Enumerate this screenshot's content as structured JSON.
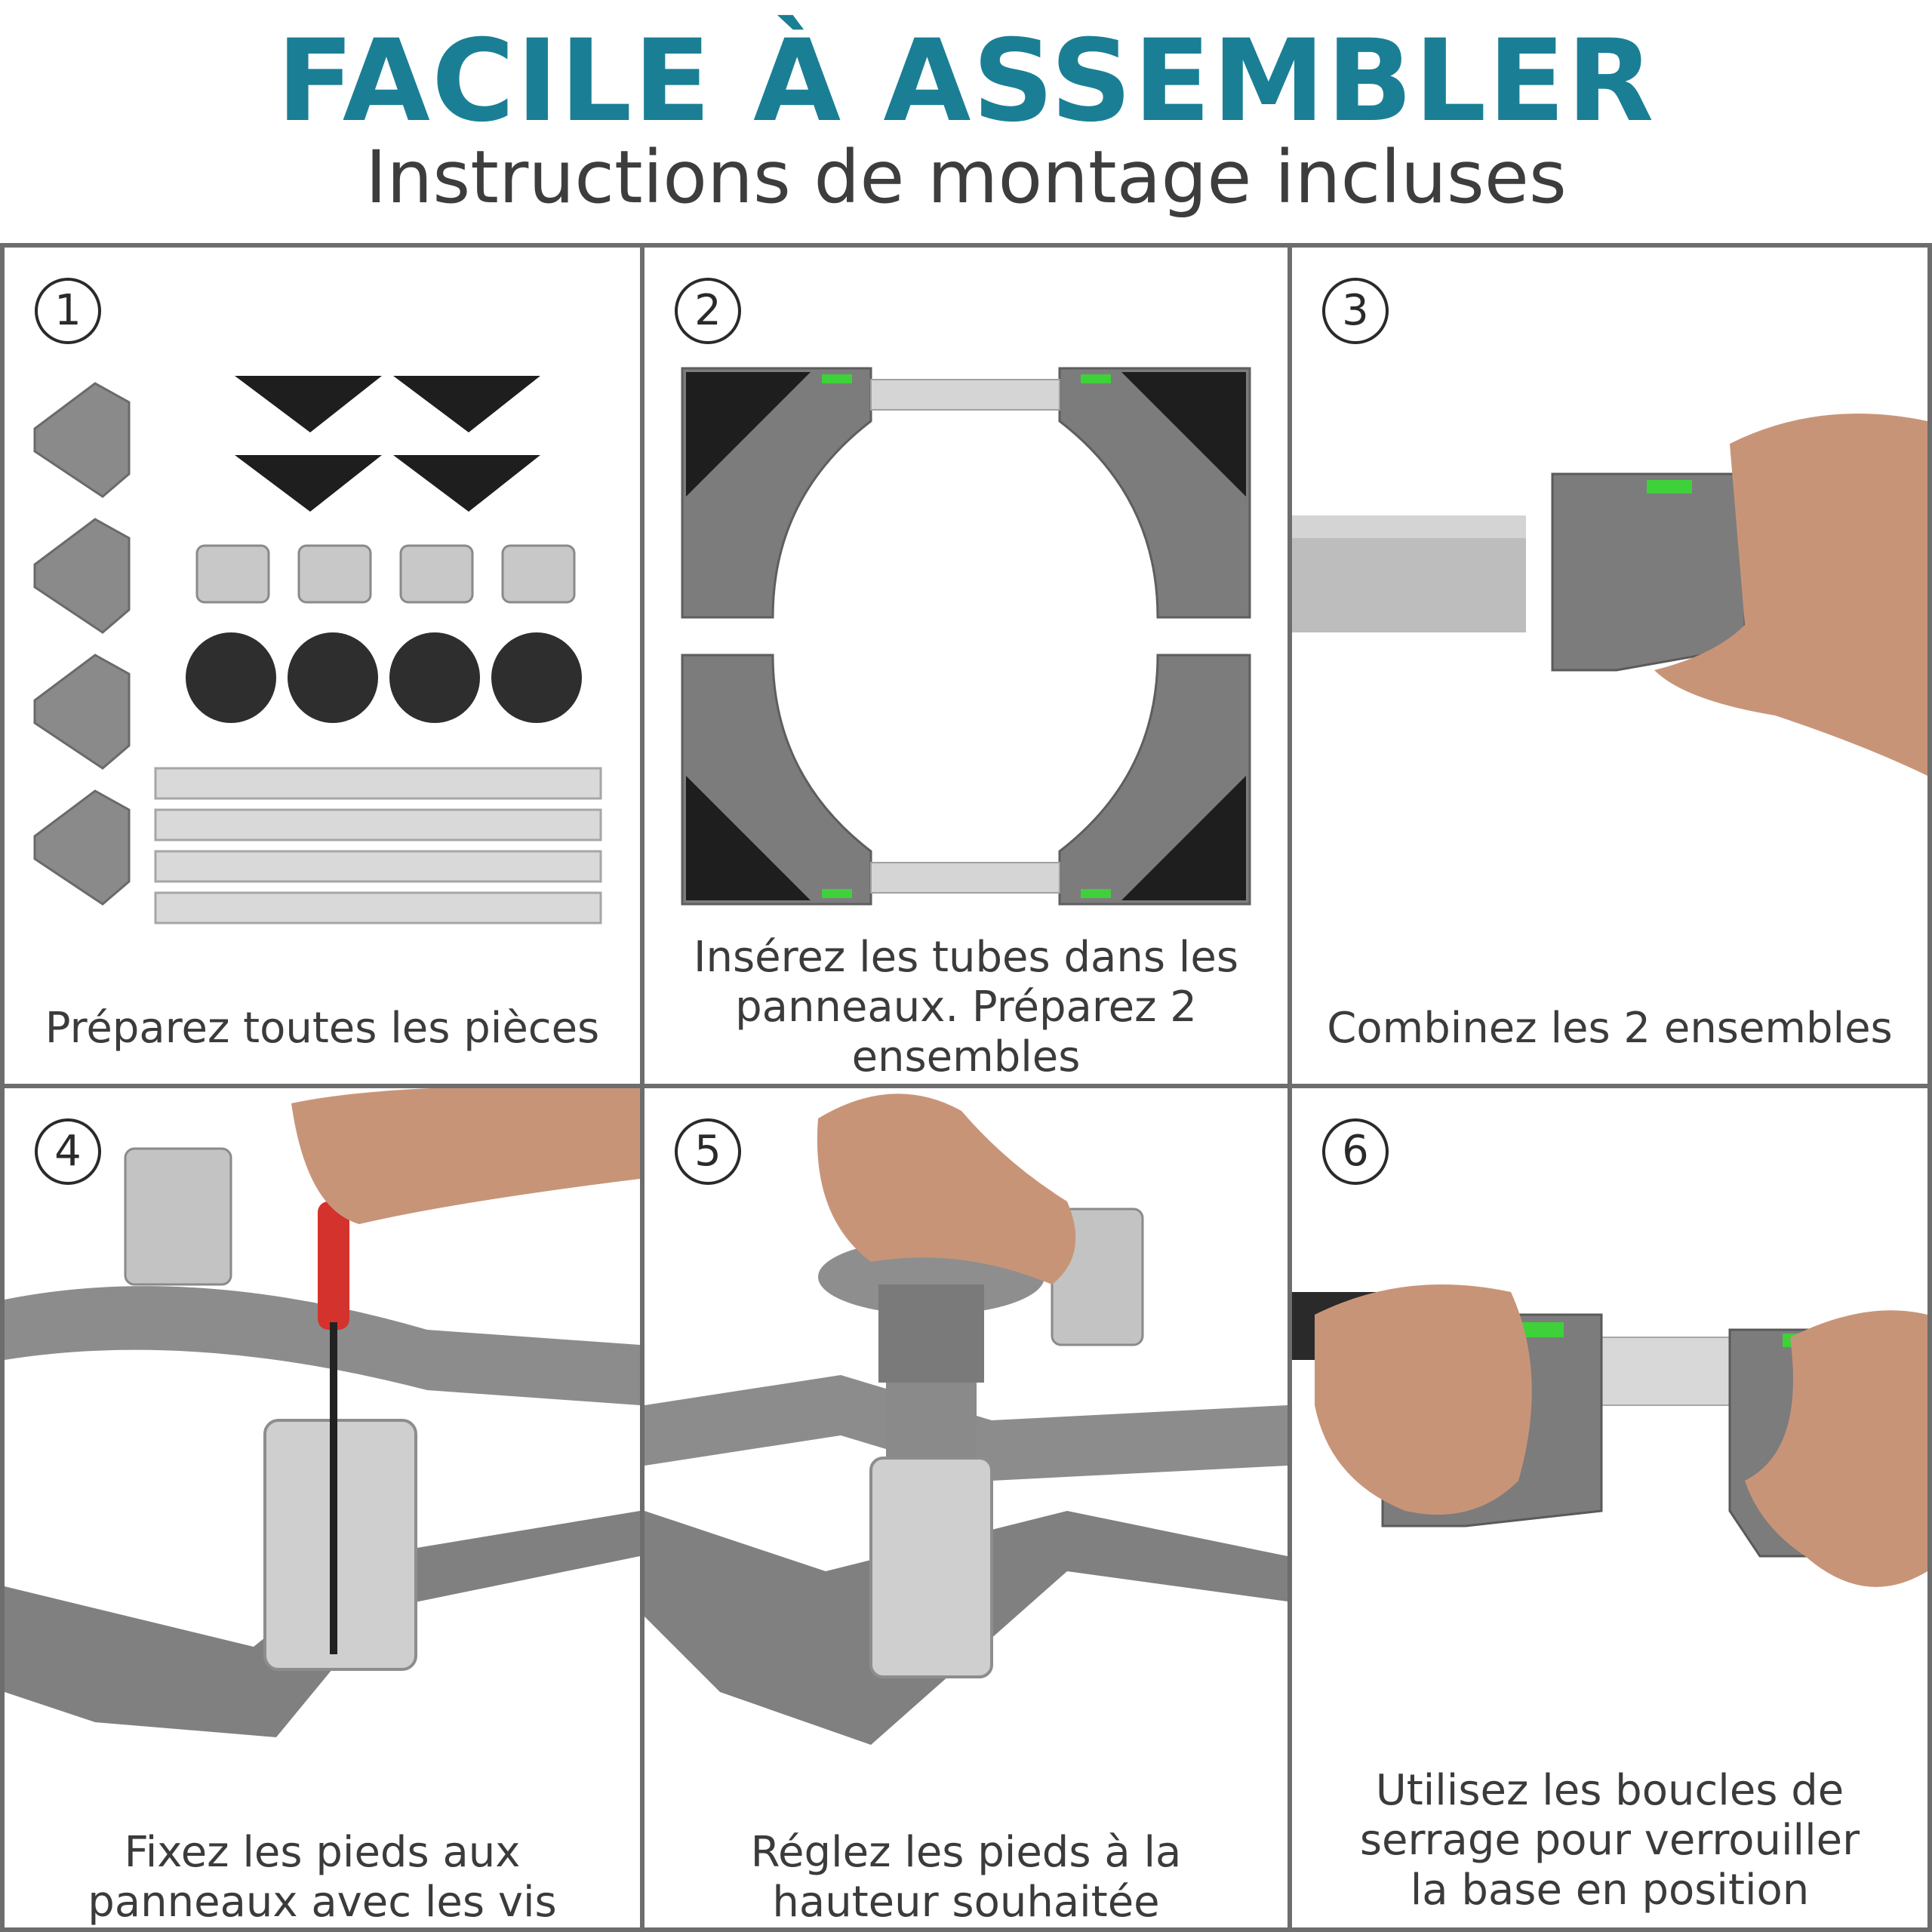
{
  "header": {
    "title": "FACILE À ASSEMBLER",
    "subtitle": "Instructions de montage incluses"
  },
  "steps": [
    {
      "number": "1",
      "caption": "Préparez toutes les pièces"
    },
    {
      "number": "2",
      "caption": "Insérez les tubes dans les panneaux. Préparez 2 ensembles"
    },
    {
      "number": "3",
      "caption": "Combinez les 2 ensembles"
    },
    {
      "number": "4",
      "caption": "Fixez les pieds aux panneaux avec les vis incluses"
    },
    {
      "number": "5",
      "caption": "Réglez les pieds à la hauteur souhaitée"
    },
    {
      "number": "6",
      "caption": "Utilisez les boucles de serrage pour verrouiller la base en position"
    }
  ],
  "colors": {
    "title": "#1a7f95",
    "plastic": "#7c7c7c",
    "border": "#6d6d6d",
    "level": "#3fd13a"
  }
}
